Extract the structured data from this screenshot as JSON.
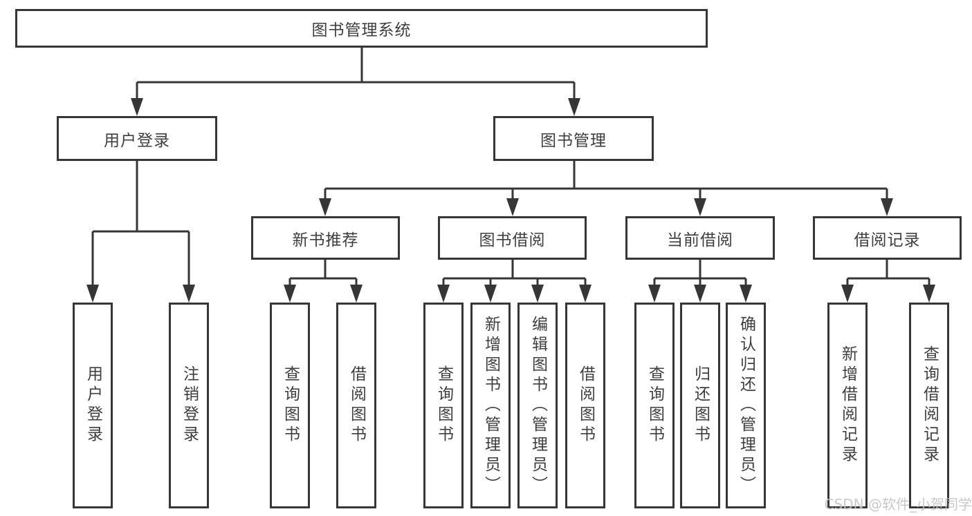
{
  "diagram": {
    "title": "图书管理系统",
    "nodes": {
      "root": "图书管理系统",
      "user_login": "用户登录",
      "book_management": "图书管理",
      "new_book_recommend": "新书推荐",
      "book_borrow": "图书借阅",
      "current_borrow": "当前借阅",
      "borrow_record": "借阅记录",
      "leaf_user_login": "用户登录",
      "leaf_logout": "注销登录",
      "leaf_query_book_1": "查询图书",
      "leaf_borrow_book_1": "借阅图书",
      "leaf_query_book_2": "查询图书",
      "leaf_add_book_admin": "新增图书（管理员）",
      "leaf_edit_book_admin": "编辑图书（管理员）",
      "leaf_borrow_book_2": "借阅图书",
      "leaf_query_book_3": "查询图书",
      "leaf_return_book": "归还图书",
      "leaf_confirm_return_admin": "确认归还（管理员）",
      "leaf_add_borrow_record": "新增借阅记录",
      "leaf_query_borrow_record": "查询借阅记录"
    },
    "tree": {
      "label": "图书管理系统",
      "children": [
        {
          "label": "用户登录",
          "children": [
            {
              "label": "用户登录"
            },
            {
              "label": "注销登录"
            }
          ]
        },
        {
          "label": "图书管理",
          "children": [
            {
              "label": "新书推荐",
              "children": [
                {
                  "label": "查询图书"
                },
                {
                  "label": "借阅图书"
                }
              ]
            },
            {
              "label": "图书借阅",
              "children": [
                {
                  "label": "查询图书"
                },
                {
                  "label": "新增图书（管理员）"
                },
                {
                  "label": "编辑图书（管理员）"
                },
                {
                  "label": "借阅图书"
                }
              ]
            },
            {
              "label": "当前借阅",
              "children": [
                {
                  "label": "查询图书"
                },
                {
                  "label": "归还图书"
                },
                {
                  "label": "确认归还（管理员）"
                }
              ]
            },
            {
              "label": "借阅记录",
              "children": [
                {
                  "label": "新增借阅记录"
                },
                {
                  "label": "查询借阅记录"
                }
              ]
            }
          ]
        }
      ]
    }
  },
  "watermark": "CSDN @软件_小贺同学",
  "colors": {
    "line": "#363636",
    "text": "#3e3e3e",
    "watermark": "#c3c3c3",
    "background": "#ffffff"
  }
}
